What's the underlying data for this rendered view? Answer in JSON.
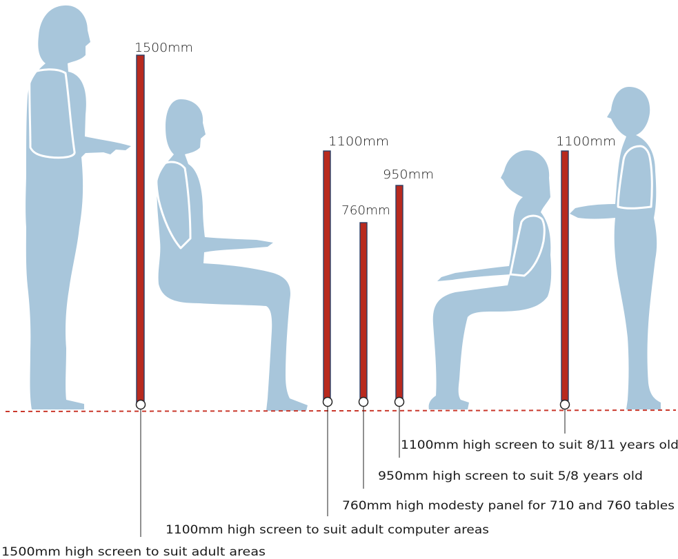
{
  "figures": [
    {
      "name": "standing-adult-figure"
    },
    {
      "name": "seated-adult-figure"
    },
    {
      "name": "seated-child-figure"
    },
    {
      "name": "standing-child-figure"
    }
  ],
  "screens": [
    {
      "id": "screen-1500",
      "height_label": "1500mm",
      "height_mm": 1500,
      "caption": "1500mm high screen to suit adult areas"
    },
    {
      "id": "screen-1100-adult",
      "height_label": "1100mm",
      "height_mm": 1100,
      "caption": "1100mm high screen to suit adult computer areas"
    },
    {
      "id": "panel-760",
      "height_label": "760mm",
      "height_mm": 760,
      "caption": "760mm high modesty panel for 710 and 760 tables"
    },
    {
      "id": "screen-950",
      "height_label": "950mm",
      "height_mm": 950,
      "caption": "950mm high screen to suit 5/8 years old"
    },
    {
      "id": "screen-1100-child",
      "height_label": "1100mm",
      "height_mm": 1100,
      "caption": "1100mm high screen to suit 8/11 years old"
    }
  ],
  "colors": {
    "figure": "#a8c6db",
    "screen_fill": "#b82a1f",
    "screen_edge": "#2a3f66",
    "floor_line": "#c9372b"
  }
}
